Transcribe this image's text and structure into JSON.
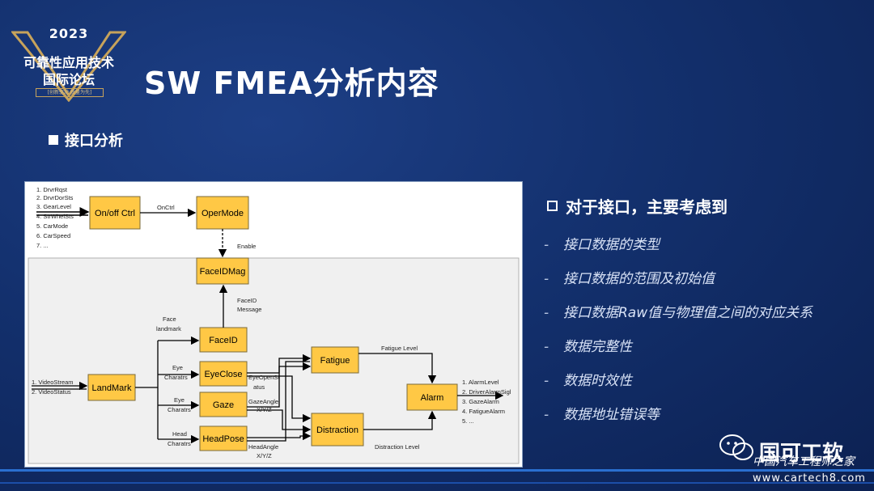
{
  "logo": {
    "year": "2023",
    "line1": "可靠性应用技术",
    "line2": "国际论坛",
    "tagline": "[创新驱动 质量为先]"
  },
  "slide_title": "SW FMEA分析内容",
  "section_heading": "接口分析",
  "diagram": {
    "inputs_top": [
      "1. DrvrRqst",
      "2. DrvrDorSts",
      "3. GearLevel",
      "4. StrWhelSts",
      "5. CarMode",
      "6. CarSpeed",
      "7. ..."
    ],
    "inputs_left": [
      "1. VideoStream",
      "2. VideoStatus"
    ],
    "outputs": [
      "1. AlarmLevel",
      "2. DriverAlarmSigl",
      "3. GazeAlarm",
      "4. FatigueAlarm",
      "5. ..."
    ],
    "blocks": {
      "onoff": "On/off Ctrl",
      "opermode": "OperMode",
      "faceidmag": "FaceIDMag",
      "faceid": "FaceID",
      "landmark": "LandMark",
      "eyeclose": "EyeClose",
      "gaze": "Gaze",
      "headpose": "HeadPose",
      "fatigue": "Fatigue",
      "distraction": "Distraction",
      "alarm": "Alarm"
    },
    "labels": {
      "onctrl": "OnCtrl",
      "enable": "Enable",
      "faceid_msg_1": "FaceID",
      "faceid_msg_2": "Message",
      "face_lm_1": "Face",
      "face_lm_2": "landmark",
      "eye1_1": "Eye",
      "eye1_2": "Charatrs",
      "eye2_1": "Eye",
      "eye2_2": "Charatrs",
      "head_1": "Head",
      "head_2": "Charatrs",
      "eyeopen_1": "EyeOpenSt",
      "eyeopen_2": "atus",
      "gazeangle_1": "GazeAngle",
      "gazeangle_2": "X/Y/Z",
      "headangle_1": "HeadAngle",
      "headangle_2": "X/Y/Z",
      "fatigue_level": "Fatigue Level",
      "distraction_level": "Distraction Level"
    }
  },
  "right": {
    "heading": "对于接口，主要考虑到",
    "items": [
      "接口数据的类型",
      "接口数据的范围及初始值",
      "接口数据Raw值与物理值之间的对应关系",
      "数据完整性",
      "数据时效性",
      "数据地址错误等"
    ]
  },
  "watermark": {
    "name": "国可工软",
    "site": "中国汽车工程师之家",
    "url": "www.cartech8.com"
  },
  "colors": {
    "block_fill": "#ffc845",
    "background": "#13306d",
    "accent": "#2a6fd0"
  }
}
